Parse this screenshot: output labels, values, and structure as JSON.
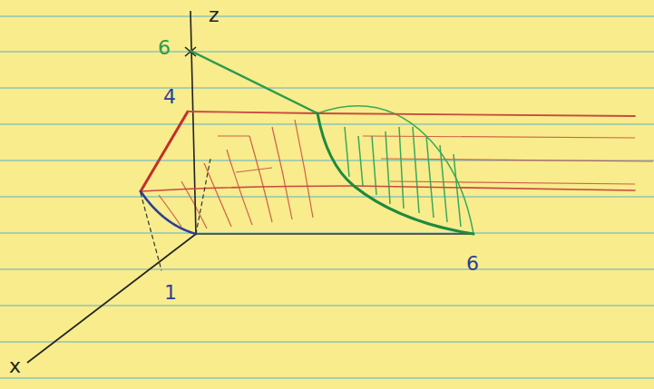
{
  "diagram": {
    "labels": [
      "6",
      "z",
      "4",
      "1",
      "6",
      "x"
    ]
  }
}
